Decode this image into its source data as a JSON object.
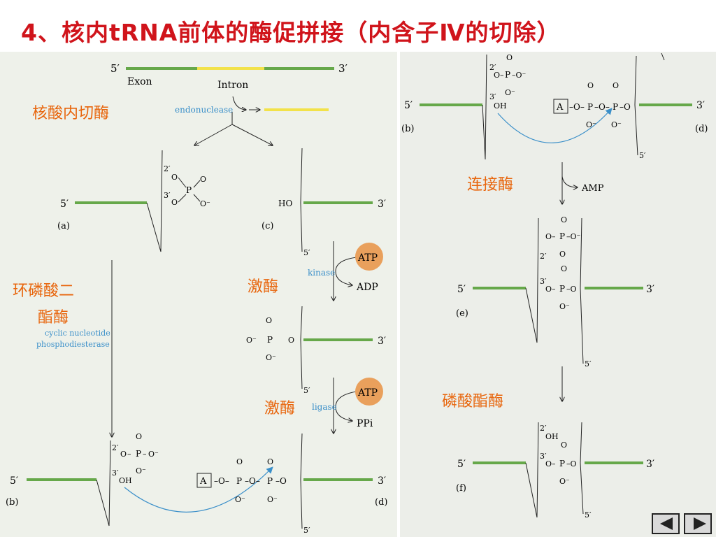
{
  "title": "4、核内tRNA前体的酶促拼接（内含子Ⅳ的切除）",
  "labels": {
    "endo_cn": "核酸内切酶",
    "cpd_cn_1": "环磷酸二",
    "cpd_cn_2": "酯酶",
    "kinase_cn": "激酶",
    "ligase_cn": "激酶",
    "ligase2_cn": "连接酶",
    "phosphatase_cn": "磷酸酯酶"
  },
  "diagram": {
    "exon": "Exon",
    "intron": "Intron",
    "endonuclease": "endonuclease",
    "cpd_1": "cyclic nucleotide",
    "cpd_2": "phosphodiesterase",
    "kinase": "kinase",
    "ligase": "ligase",
    "atp": "ATP",
    "adp": "ADP",
    "ppi": "PPi",
    "amp": "AMP",
    "five_prime": "5′",
    "three_prime": "3′",
    "two_prime": "2′",
    "ho": "HO",
    "oh": "OH",
    "a": "A",
    "p": "P",
    "o": "O",
    "o_minus": "O⁻",
    "panel_a": "(a)",
    "panel_b": "(b)",
    "panel_c": "(c)",
    "panel_d": "(d)",
    "panel_e": "(e)",
    "panel_f": "(f)"
  },
  "navigation": {
    "prev": "previous-slide",
    "next": "next-slide"
  },
  "colors": {
    "title": "#d0141b",
    "label": "#e8650c",
    "exon": "#66a84a",
    "intron": "#f2e24a",
    "atp": "#e9a05c",
    "enzyme": "#3a8fc9"
  }
}
